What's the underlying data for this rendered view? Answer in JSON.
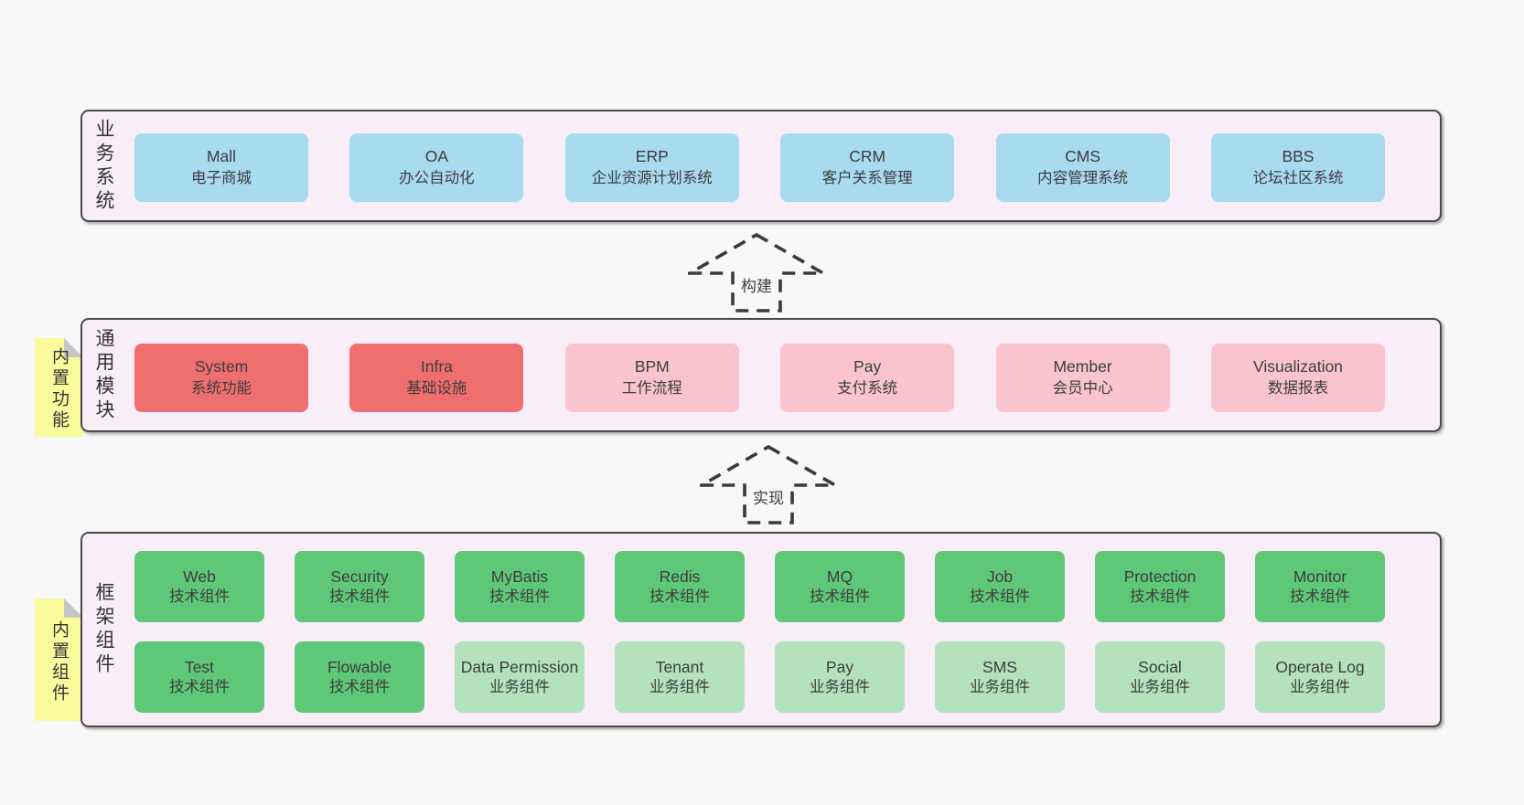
{
  "colors": {
    "page_bg": "#f8f8f8",
    "panel_bg": "#f9eef7",
    "panel_border": "#4a4a4a",
    "business_box": "#a8daf0",
    "core_module_box": "#ef6e6e",
    "optional_module_box": "#f9c4cd",
    "tech_component_box": "#5fc878",
    "biz_component_box": "#b4e2bc",
    "note_bg": "#fbfa9c",
    "text": "#3d3d3d"
  },
  "business": {
    "label": "业务系统",
    "boxes": [
      {
        "name": "Mall",
        "desc": "电子商城"
      },
      {
        "name": "OA",
        "desc": "办公自动化"
      },
      {
        "name": "ERP",
        "desc": "企业资源计划系统"
      },
      {
        "name": "CRM",
        "desc": "客户关系管理"
      },
      {
        "name": "CMS",
        "desc": "内容管理系统"
      },
      {
        "name": "BBS",
        "desc": "论坛社区系统"
      }
    ]
  },
  "arrows": {
    "build": "构建",
    "implement": "实现"
  },
  "modules": {
    "label": "通用模块",
    "note": "内置功能",
    "boxes": [
      {
        "name": "System",
        "desc": "系统功能"
      },
      {
        "name": "Infra",
        "desc": "基础设施"
      },
      {
        "name": "BPM",
        "desc": "工作流程"
      },
      {
        "name": "Pay",
        "desc": "支付系统"
      },
      {
        "name": "Member",
        "desc": "会员中心"
      },
      {
        "name": "Visualization",
        "desc": "数据报表"
      }
    ]
  },
  "components": {
    "label": "框架组件",
    "note": "内置组件",
    "row1": [
      {
        "name": "Web",
        "desc": "技术组件"
      },
      {
        "name": "Security",
        "desc": "技术组件"
      },
      {
        "name": "MyBatis",
        "desc": "技术组件"
      },
      {
        "name": "Redis",
        "desc": "技术组件"
      },
      {
        "name": "MQ",
        "desc": "技术组件"
      },
      {
        "name": "Job",
        "desc": "技术组件"
      },
      {
        "name": "Protection",
        "desc": "技术组件"
      },
      {
        "name": "Monitor",
        "desc": "技术组件"
      }
    ],
    "row2": [
      {
        "name": "Test",
        "desc": "技术组件"
      },
      {
        "name": "Flowable",
        "desc": "技术组件"
      },
      {
        "name": "Data Permission",
        "desc": "业务组件"
      },
      {
        "name": "Tenant",
        "desc": "业务组件"
      },
      {
        "name": "Pay",
        "desc": "业务组件"
      },
      {
        "name": "SMS",
        "desc": "业务组件"
      },
      {
        "name": "Social",
        "desc": "业务组件"
      },
      {
        "name": "Operate Log",
        "desc": "业务组件"
      }
    ]
  }
}
